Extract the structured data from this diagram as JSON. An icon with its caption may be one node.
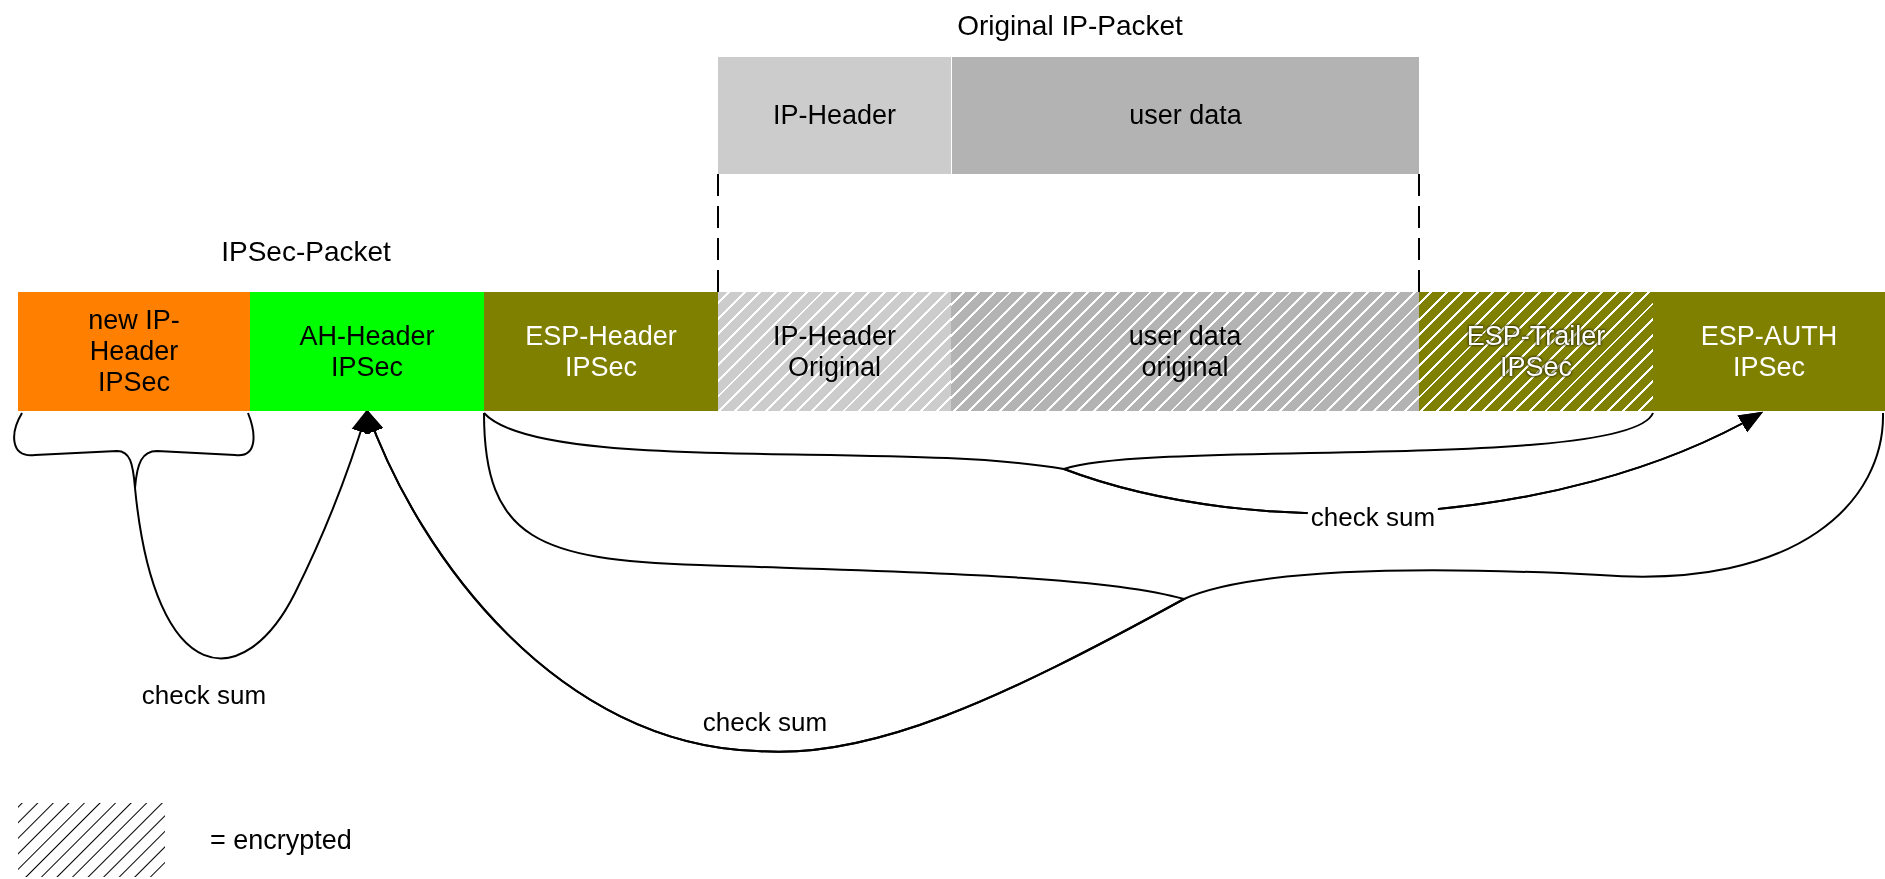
{
  "diagram": {
    "nodes": [
      {
        "text": [
          "IP-Header"
        ]
      },
      {
        "text": [
          "user data"
        ]
      },
      {
        "text": [
          "new IP-Header IPSec"
        ]
      },
      {
        "text": [
          "AH-Header IPSec"
        ]
      },
      {
        "text": [
          "ESP-Header IPSec"
        ]
      },
      {
        "text": [
          "IP-Header Original"
        ]
      },
      {
        "text": [
          "user data original"
        ]
      },
      {
        "text": [
          "ESP-Trailer IPSec"
        ]
      },
      {
        "text": [
          "ESP-AUTH IPSec"
        ]
      }
    ],
    "edges": [
      {
        "from": 0,
        "to": 5,
        "arrow": "none",
        "style": "dashed"
      },
      {
        "from": 1,
        "to": 6,
        "arrow": "none",
        "style": "dashed"
      },
      {
        "from": 2,
        "to": 3,
        "arrow": "to",
        "label": "check sum"
      },
      {
        "from": 4,
        "to": 8,
        "arrow": "to",
        "label": "check sum"
      },
      {
        "from": 7,
        "to": 8,
        "arrow": "to"
      },
      {
        "from": 4,
        "to": 3,
        "arrow": "to",
        "label": "check sum"
      },
      {
        "from": 8,
        "to": 3,
        "arrow": "to"
      }
    ],
    "labels": [
      "Original IP-Packet",
      "IPSec-Packet"
    ],
    "legend": [
      {
        "text": "= encrypted"
      }
    ]
  }
}
